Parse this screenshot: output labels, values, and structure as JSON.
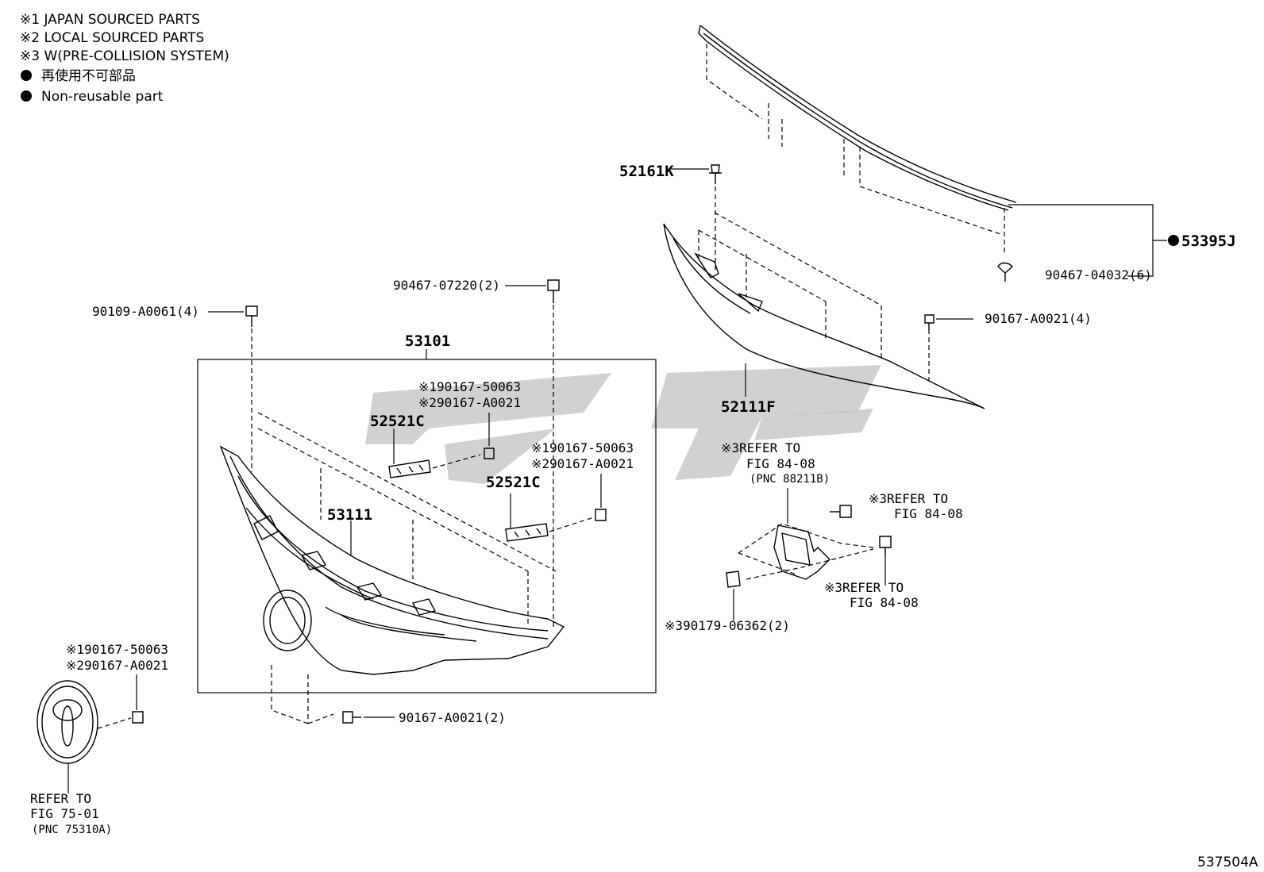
{
  "legend": {
    "note1": "※1 JAPAN SOURCED PARTS",
    "note2": "※2 LOCAL SOURCED PARTS",
    "note3": "※3 W(PRE-COLLISION SYSTEM)",
    "nonreusable_jp": "再使用不可部品",
    "nonreusable_en": "Non-reusable part"
  },
  "labels": {
    "p52161K": "52161K",
    "p53395J": "53395J",
    "p90467_04032": "90467-04032(6)",
    "p90167_A0021_4": "90167-A0021(4)",
    "p52111F": "52111F",
    "p90467_07220": "90467-07220(2)",
    "p90109_A0061": "90109-A0061(4)",
    "p53101": "53101",
    "p52521C_a": "52521C",
    "a_n1": "※190167-50063",
    "a_n2": "※290167-A0021",
    "b_n1": "※190167-50063",
    "b_n2": "※290167-A0021",
    "p52521C_b": "52521C",
    "p53111": "53111",
    "ref_sensor_1": "※3REFER TO",
    "ref_sensor_2": "FIG 84-08",
    "ref_sensor_3": "(PNC 88211B)",
    "ref_r1_1": "※3REFER TO",
    "ref_r1_2": "FIG 84-08",
    "ref_r2_1": "※3REFER TO",
    "ref_r2_2": "FIG 84-08",
    "p90179": "※390179-06362(2)",
    "e_n1": "※190167-50063",
    "e_n2": "※290167-A0021",
    "p90167_A0021_2": "90167-A0021(2)",
    "emb_ref_1": "REFER TO",
    "emb_ref_2": "FIG 75-01",
    "emb_ref_3": "(PNC 75310A)",
    "fig_id": "537504A"
  }
}
